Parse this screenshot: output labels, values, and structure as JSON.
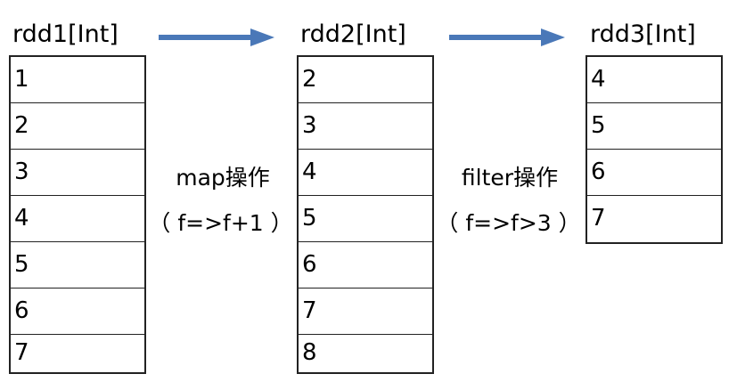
{
  "rdd1": {
    "title": "rdd1[Int]",
    "values": [
      "1",
      "2",
      "3",
      "4",
      "5",
      "6",
      "7"
    ]
  },
  "rdd2": {
    "title": "rdd2[Int]",
    "values": [
      "2",
      "3",
      "4",
      "5",
      "6",
      "7",
      "8"
    ]
  },
  "rdd3": {
    "title": "rdd3[Int]",
    "values": [
      "4",
      "5",
      "6",
      "7"
    ]
  },
  "op1": {
    "name": "map操作",
    "func": "（ f=>f+1 ）"
  },
  "op2": {
    "name": "filter操作",
    "func": "（ f=>f>3 ）"
  },
  "colors": {
    "arrow": "#4a78b8",
    "border": "#222222"
  }
}
